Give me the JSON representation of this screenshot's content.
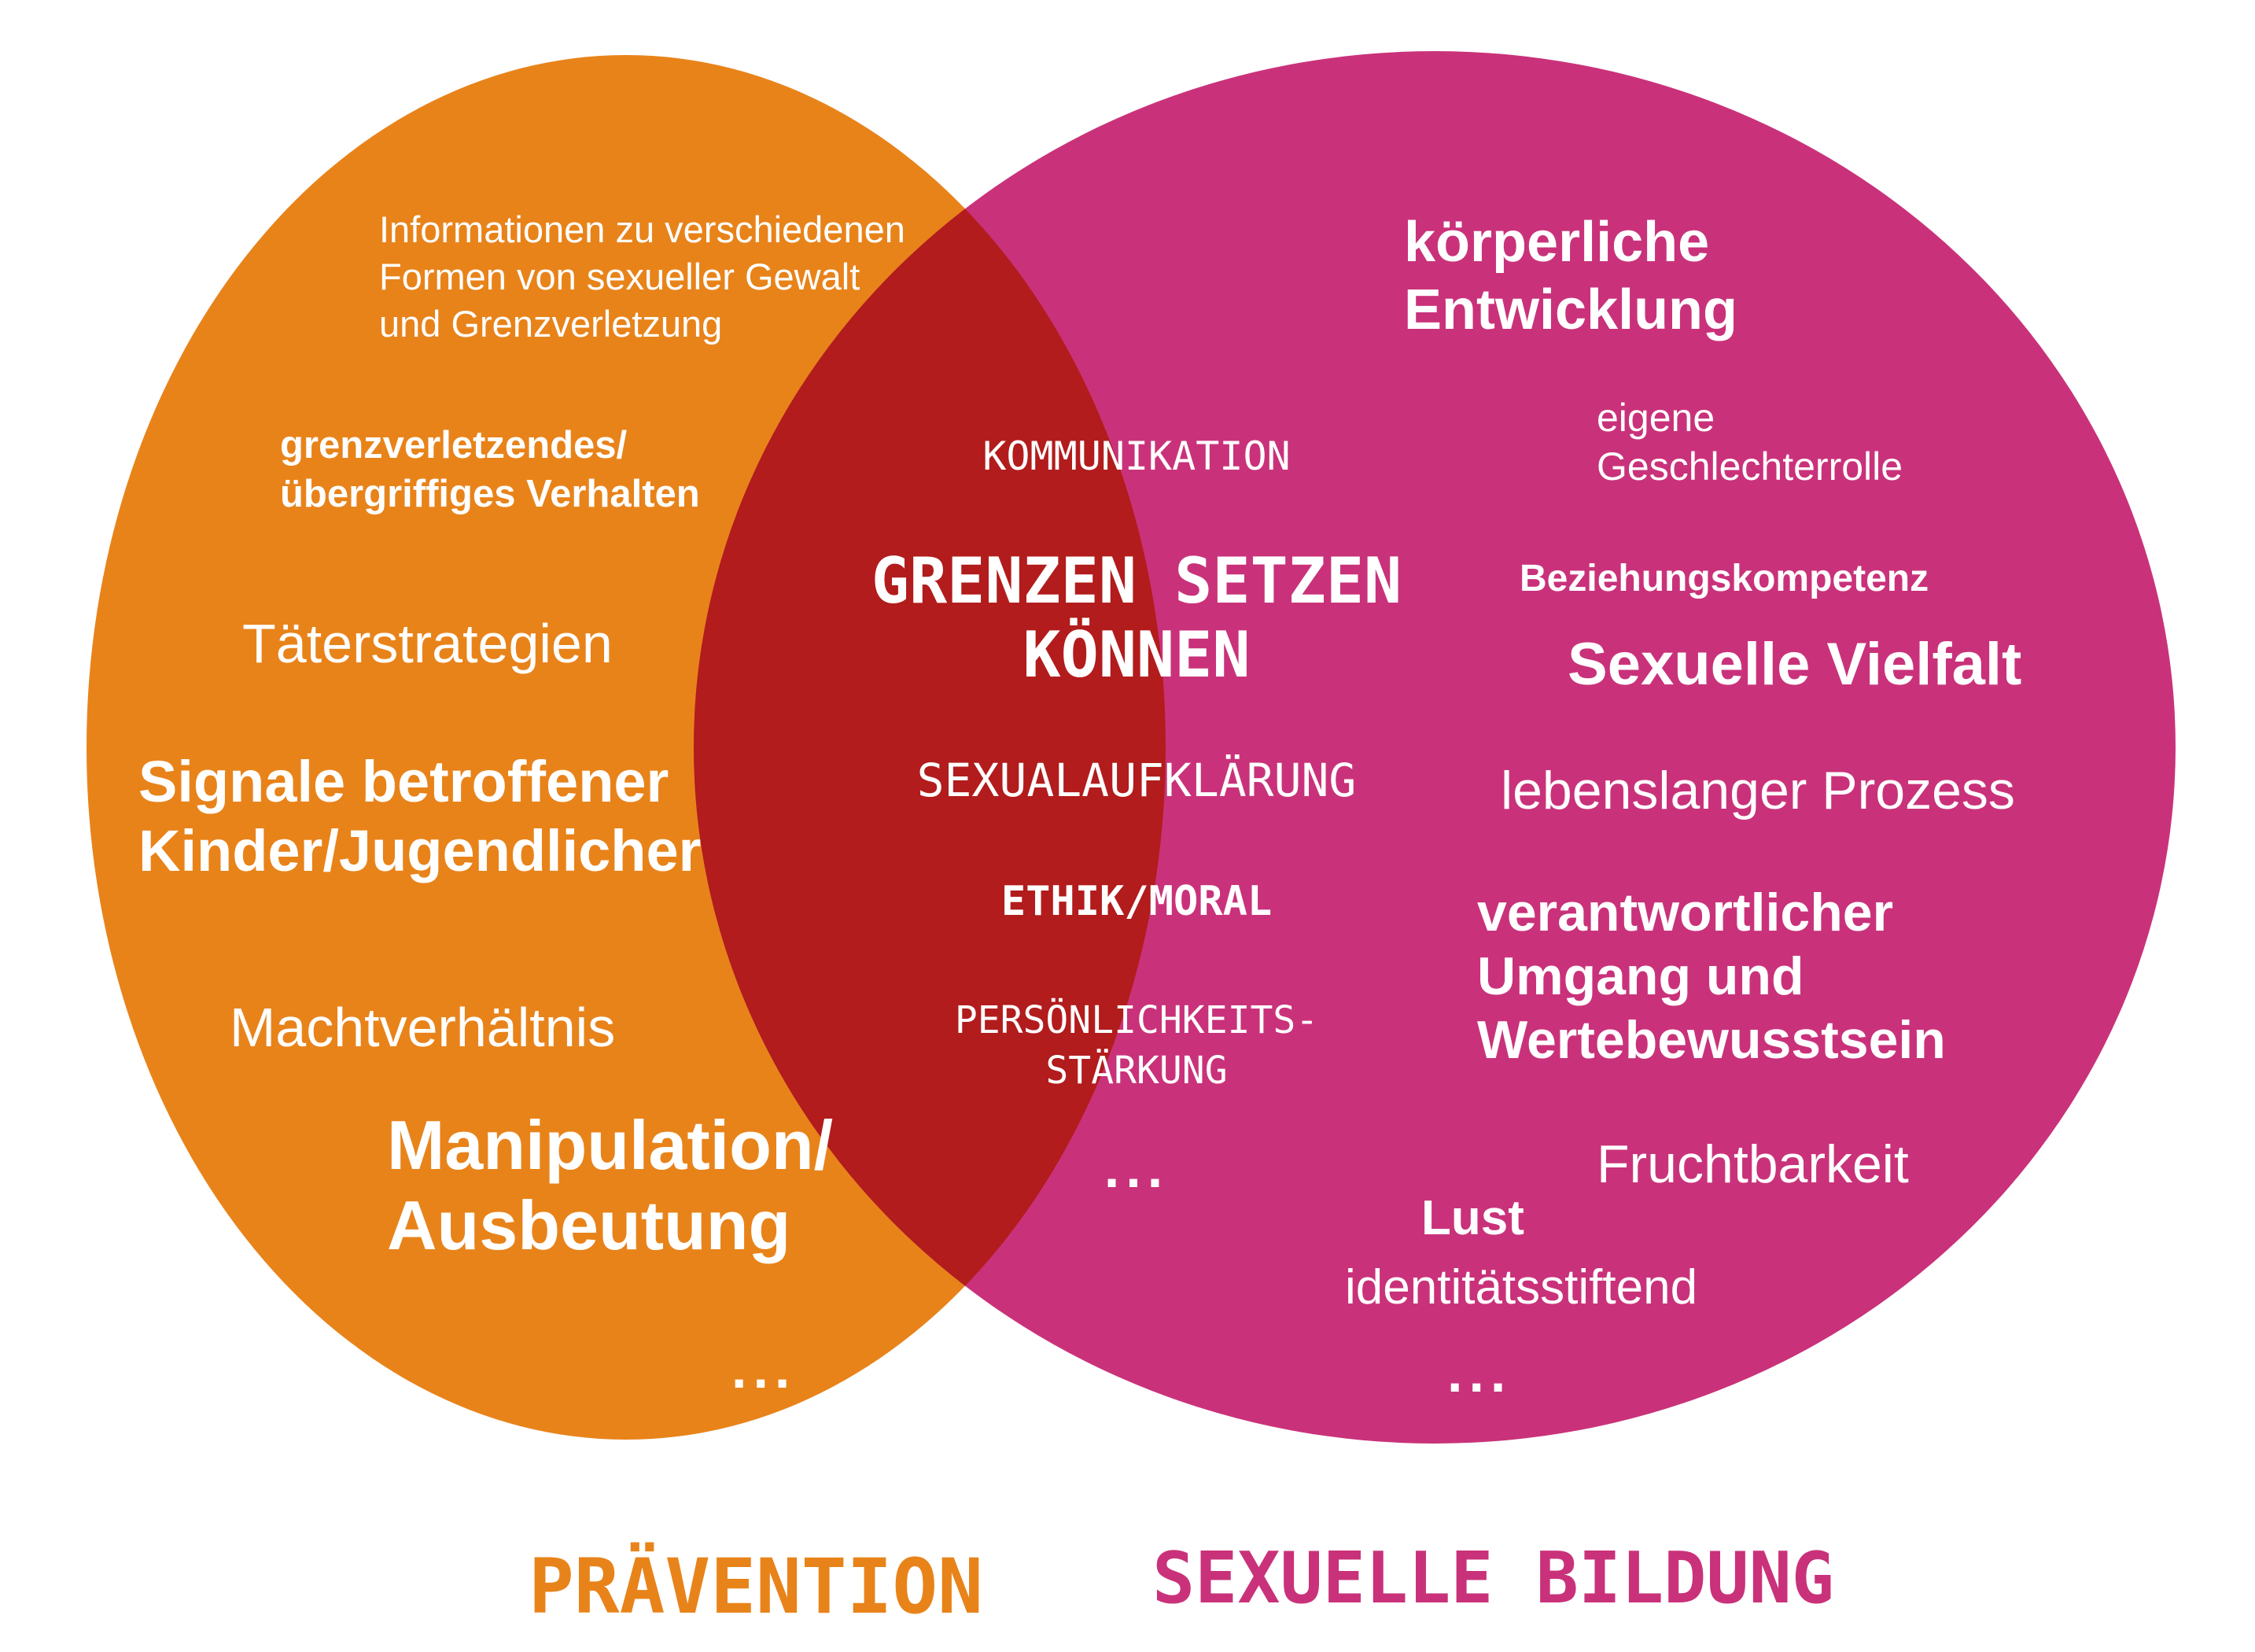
{
  "colors": {
    "left_circle": "#e8831a",
    "right_circle": "#c9327a",
    "overlap": "#b21c1c",
    "text": "#ffffff",
    "label_left": "#e8831a",
    "label_right": "#c9327a"
  },
  "left": {
    "items": [
      "Informationen zu verschiedenen\nFormen von sexueller Gewalt\nund Grenzverletzung",
      "grenzverletzendes/\nübergriffiges Verhalten",
      "Täterstrategien",
      "Signale betroffener\nKinder/Jugendlicher",
      "Machtverhältnis",
      "Manipulation/\nAusbeutung",
      "..."
    ],
    "label": "PRÄVENTION"
  },
  "center": {
    "items": [
      "KOMMUNIKATION",
      "GRENZEN SETZEN\nKÖNNEN",
      "SEXUALAUFKLÄRUNG",
      "ETHIK/MORAL",
      "PERSÖNLICHKEITS-\nSTÄRKUNG",
      "..."
    ]
  },
  "right": {
    "items": [
      "körperliche\nEntwicklung",
      "eigene\nGeschlechterrolle",
      "Beziehungskompetenz",
      "Sexuelle Vielfalt",
      "lebenslanger Prozess",
      "verantwortlicher\nUmgang und\nWertebewusstsein",
      "Fruchtbarkeit",
      "Lust",
      "identitätsstiftend",
      "..."
    ],
    "label": "SEXUELLE BILDUNG"
  }
}
